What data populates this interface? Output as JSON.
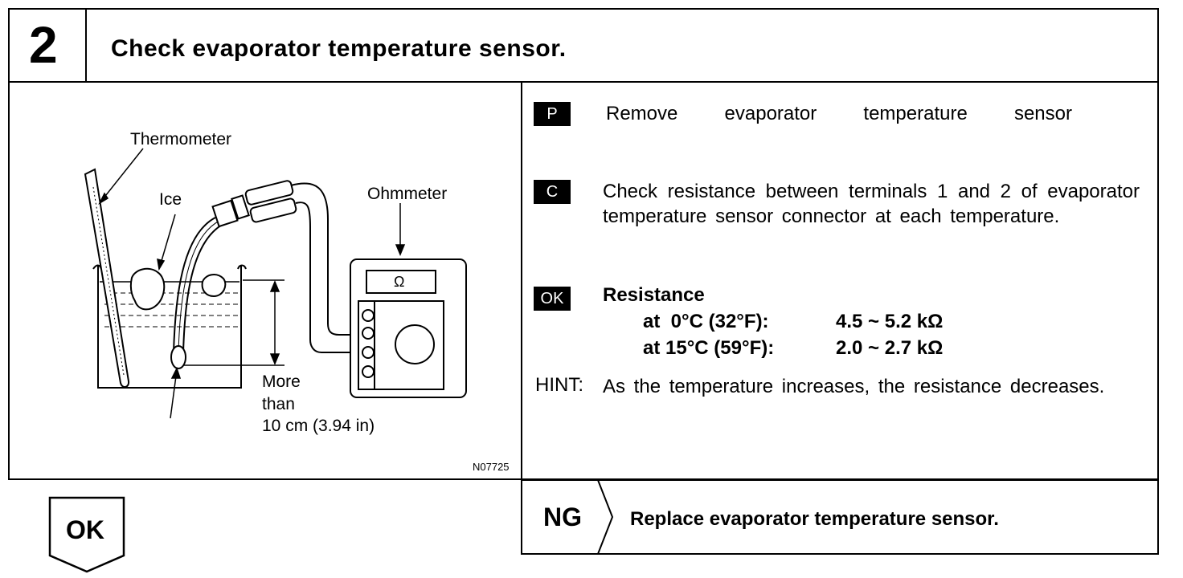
{
  "header": {
    "step_number": "2",
    "title": "Check evaporator temperature sensor."
  },
  "illustration": {
    "labels": {
      "thermometer": "Thermometer",
      "ice": "Ice",
      "ohmmeter": "Ohmmeter",
      "ohm_symbol": "Ω",
      "distance_line1": "More",
      "distance_line2": "than",
      "distance_line3": "10 cm (3.94 in)"
    },
    "figure_id": "N07725"
  },
  "procedure": {
    "p_badge": "P",
    "p_text": "Remove evaporator temperature sensor",
    "c_badge": "C",
    "c_text": "Check resistance between terminals 1 and 2 of evaporator temperature sensor connector at each temperature.",
    "ok_badge": "OK",
    "resistance_heading": "Resistance",
    "rows": [
      {
        "condition": "at  0°C (32°F):",
        "value": "4.5 ~ 5.2 kΩ"
      },
      {
        "condition": "at 15°C (59°F):",
        "value": "2.0 ~ 2.7 kΩ"
      }
    ],
    "hint_label": "HINT:",
    "hint_text": "As the temperature increases, the resistance decreases."
  },
  "ok_result": {
    "label": "OK"
  },
  "ng_result": {
    "label": "NG",
    "text": "Replace evaporator temperature sensor."
  }
}
